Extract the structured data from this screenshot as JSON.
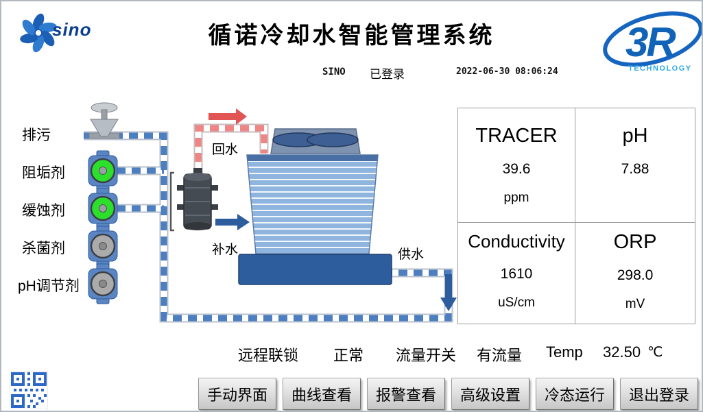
{
  "header": {
    "title": "循诺冷却水智能管理系统",
    "logo_text": "sino",
    "session": {
      "user": "SINO",
      "login_status": "已登录",
      "datetime": "2022-06-30  08:06:24"
    },
    "brand": {
      "text": "3R",
      "sub": "TECHNOLOGY"
    }
  },
  "diagram": {
    "feed_labels": [
      "排污",
      "阻垢剂",
      "缓蚀剂",
      "杀菌剂",
      "pH调节剂"
    ],
    "pipe_labels": {
      "return": "回水",
      "makeup": "补水",
      "supply": "供水"
    },
    "pump_states": [
      "on",
      "on",
      "off",
      "off"
    ]
  },
  "measurements": {
    "tracer": {
      "label": "TRACER",
      "value": "39.6",
      "unit": "ppm"
    },
    "ph": {
      "label": "pH",
      "value": "7.88",
      "unit": ""
    },
    "conductivity": {
      "label": "Conductivity",
      "value": "1610",
      "unit": "uS/cm"
    },
    "orp": {
      "label": "ORP",
      "value": "298.0",
      "unit": "mV"
    }
  },
  "status_bar": {
    "remote_interlock": {
      "label": "远程联锁",
      "value": "正常"
    },
    "flow_switch": {
      "label": "流量开关",
      "value": "有流量"
    },
    "temperature": {
      "label": "Temp",
      "value": "32.50",
      "unit": "℃"
    }
  },
  "nav_buttons": [
    {
      "label": "手动界面"
    },
    {
      "label": "曲线查看"
    },
    {
      "label": "报警查看"
    },
    {
      "label": "高级设置"
    },
    {
      "label": "冷态运行"
    },
    {
      "label": "退出登录"
    }
  ],
  "colors": {
    "pipe_blue": "#4d7ec0",
    "pipe_red": "#ef8585",
    "pump_on": "#2be02b",
    "pump_off": "#ababab",
    "brand_blue": "#1565c0"
  }
}
